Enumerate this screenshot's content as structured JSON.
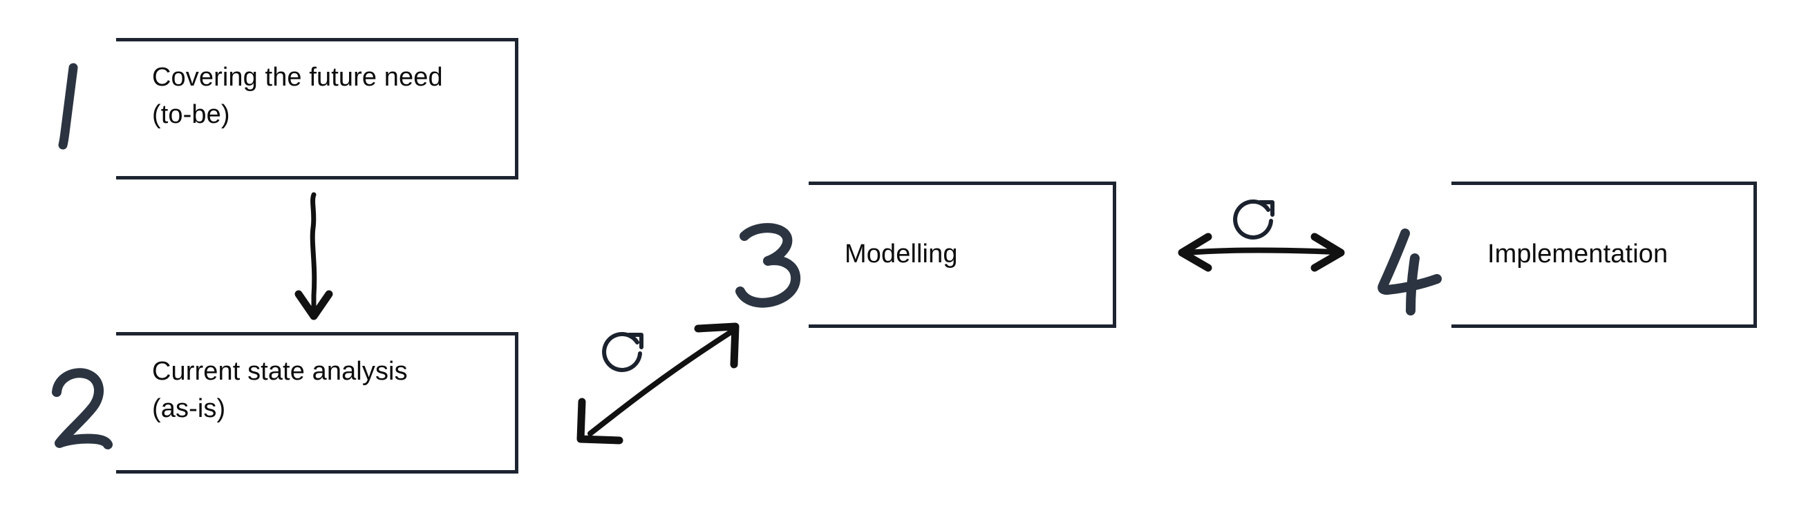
{
  "diagram": {
    "title": "Four step process diagram",
    "background_color": "#ffffff",
    "box_border_color": "#1d2430",
    "text_color": "#0d0d0d",
    "numeral_color": "#2b3440",
    "arrow_color": "#111111"
  },
  "steps": [
    {
      "number": "1",
      "label": "Covering the future need\n(to-be)",
      "name": "covering-the-future-need"
    },
    {
      "number": "2",
      "label": "Current state analysis\n(as-is)",
      "name": "current-state-analysis"
    },
    {
      "number": "3",
      "label": "Modelling",
      "name": "modelling"
    },
    {
      "number": "4",
      "label": "Implementation",
      "name": "implementation"
    }
  ],
  "connectors": [
    {
      "name": "arrow-step1-to-step2",
      "type": "single-arrow",
      "direction": "down"
    },
    {
      "name": "arrow-step2-to-step3",
      "type": "double-arrow",
      "direction": "diagonal-up-right"
    },
    {
      "name": "arrow-step3-to-step4",
      "type": "double-arrow",
      "direction": "horizontal"
    }
  ],
  "icons": [
    {
      "name": "refresh-cycle-icon-modelling",
      "glyph": "refresh-icon"
    },
    {
      "name": "refresh-cycle-icon-implementation",
      "glyph": "refresh-icon"
    }
  ]
}
